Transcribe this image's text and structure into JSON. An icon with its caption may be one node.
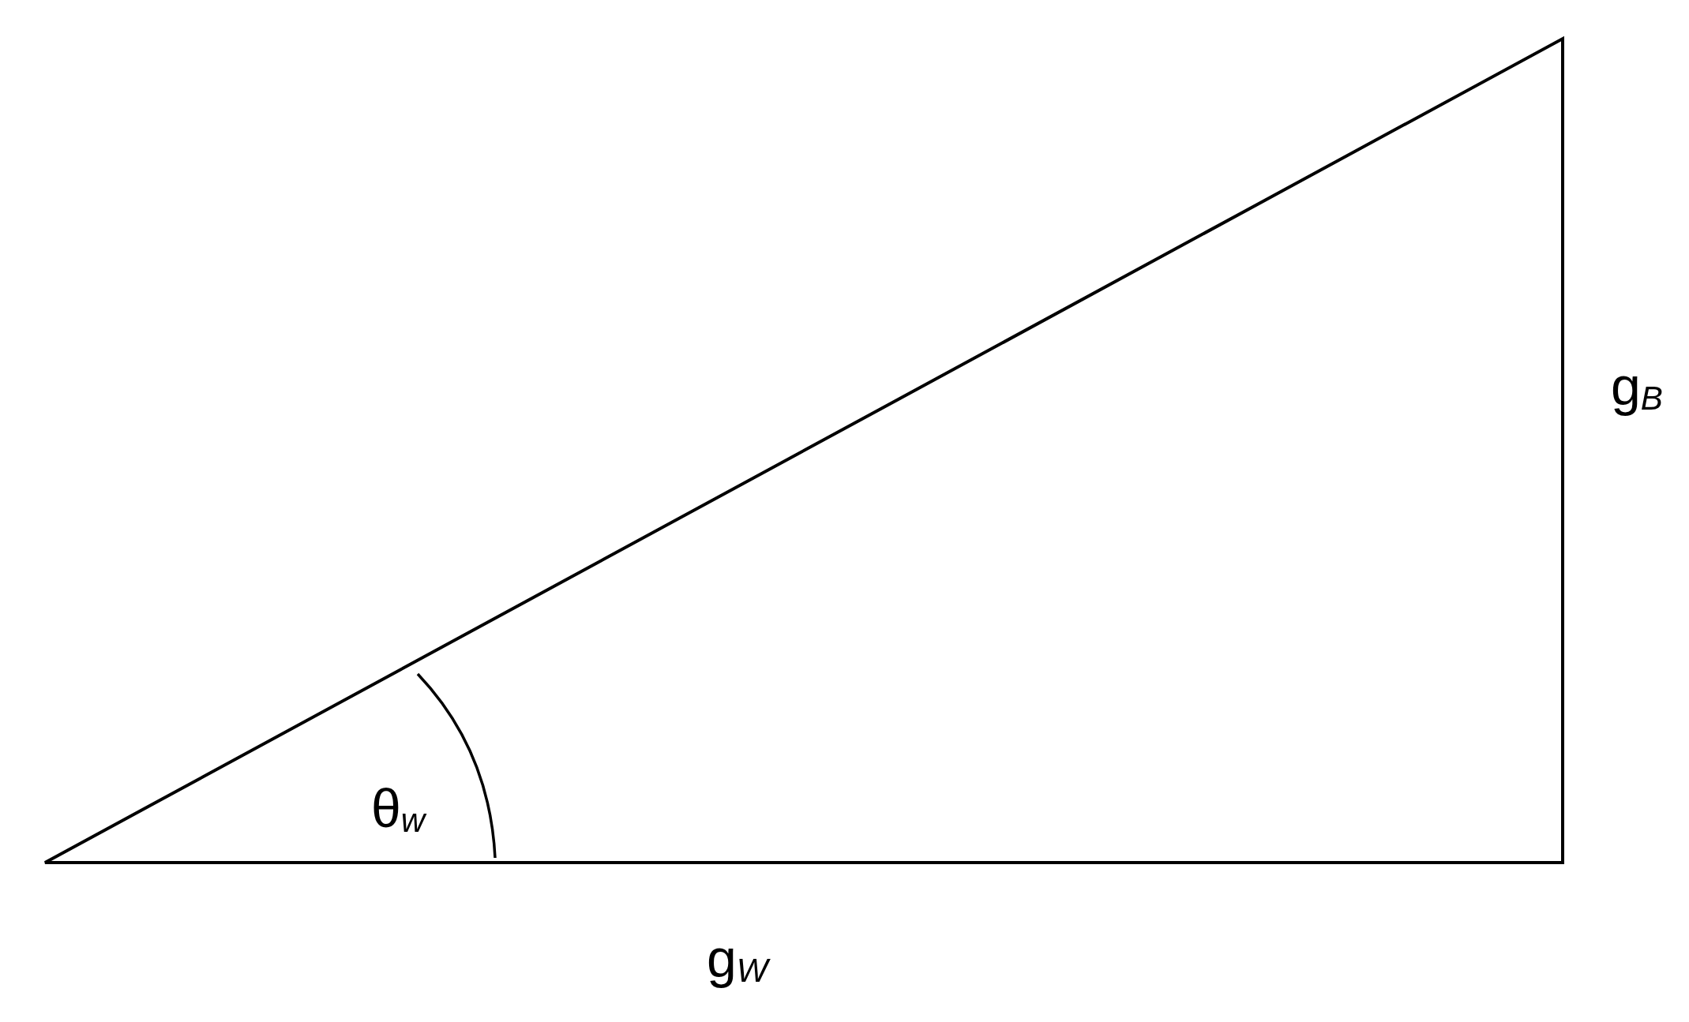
{
  "diagram": {
    "labels": [
      "θ$_{w}$",
      "g$_{B}$",
      "g$_{W}$"
    ]
  }
}
